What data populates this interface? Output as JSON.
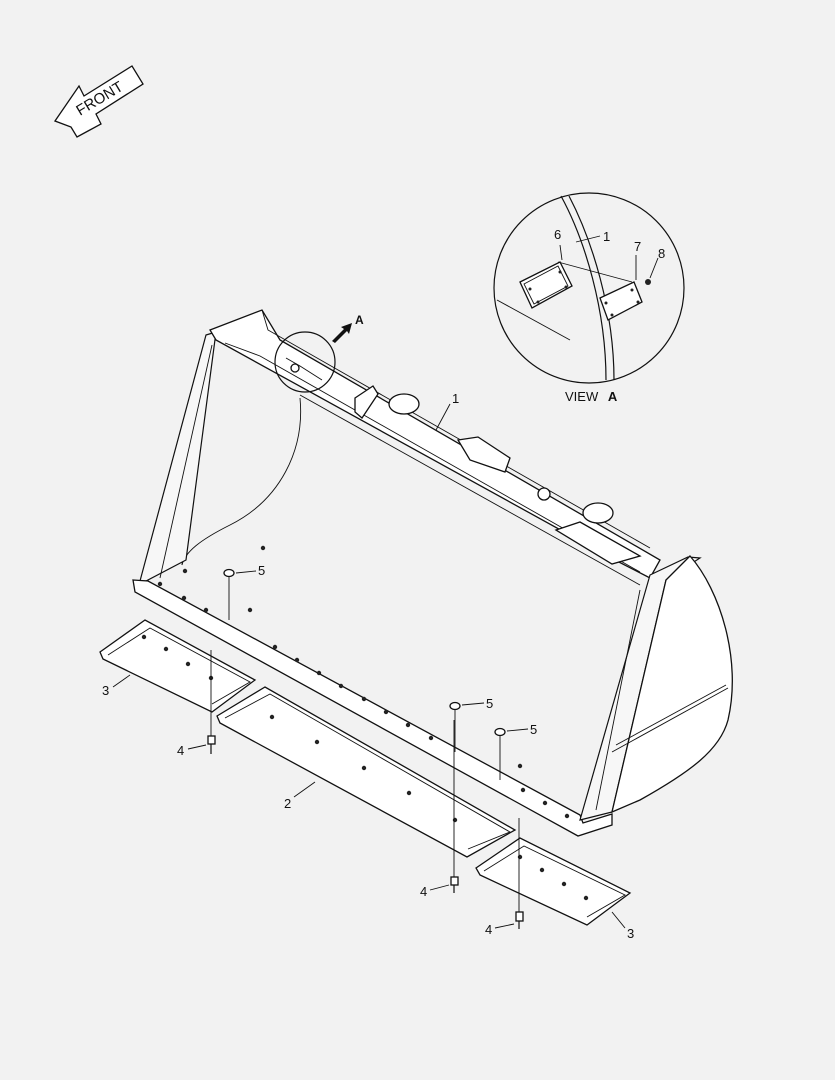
{
  "front_arrow": {
    "label": "FRONT"
  },
  "view_marker": {
    "letter": "A"
  },
  "detail_view": {
    "caption": "VIEW",
    "letter": "A"
  },
  "callouts": {
    "main_bucket": "1",
    "detail_bucket": "1",
    "detail_item_6": "6",
    "detail_item_7": "7",
    "detail_item_8": "8",
    "center_edge": "2",
    "left_edge": "3",
    "right_edge": "3",
    "bolt_left": "4",
    "bolt_center": "4",
    "bolt_right": "4",
    "nut_left": "5",
    "nut_center": "5",
    "nut_right": "5"
  },
  "colors": {
    "background": "#f2f2f2",
    "line": "#111111",
    "part_fill": "#ffffff"
  }
}
